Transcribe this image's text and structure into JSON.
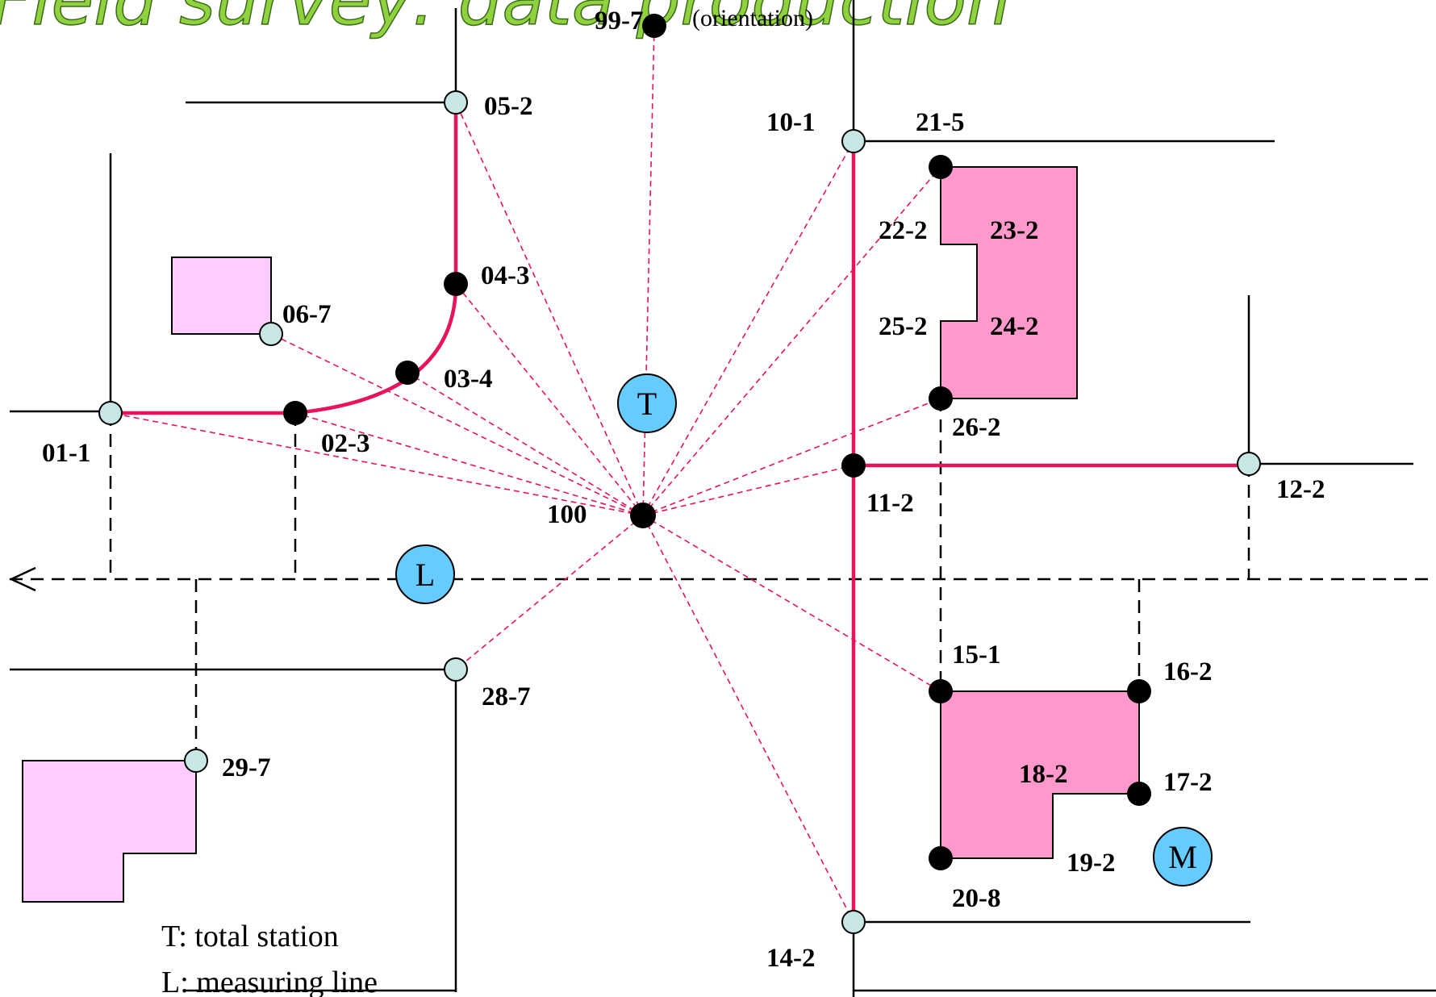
{
  "title": "Field survey: data production",
  "orientation_note": "(orientation)",
  "colors": {
    "road": "#e8135b",
    "ray": "#e8135b",
    "building_strong": "#ff99cc",
    "building_light": "#ffccff",
    "point_open": "#c8e6e4",
    "symbol": "#66ccff",
    "title_fill": "#8fd13f"
  },
  "symbols": {
    "total_station": "T",
    "measuring_line": "L",
    "marker": "M"
  },
  "labels": {
    "p99_7": "99-7",
    "p05_2": "05-2",
    "p10_1": "10-1",
    "p21_5": "21-5",
    "p04_3": "04-3",
    "p06_7": "06-7",
    "p22_2": "22-2",
    "p23_2": "23-2",
    "p25_2": "25-2",
    "p24_2": "24-2",
    "p03_4": "03-4",
    "p01_1": "01-1",
    "p02_3": "02-3",
    "p26_2": "26-2",
    "p11_2": "11-2",
    "p12_2": "12-2",
    "p100": "100",
    "p15_1": "15-1",
    "p16_2": "16-2",
    "p28_7": "28-7",
    "p18_2": "18-2",
    "p17_2": "17-2",
    "p29_7": "29-7",
    "p19_2": "19-2",
    "p20_8": "20-8",
    "p14_2": "14-2"
  },
  "legend": {
    "total_station": "T: total station",
    "measuring_line": "L: measuring line"
  }
}
